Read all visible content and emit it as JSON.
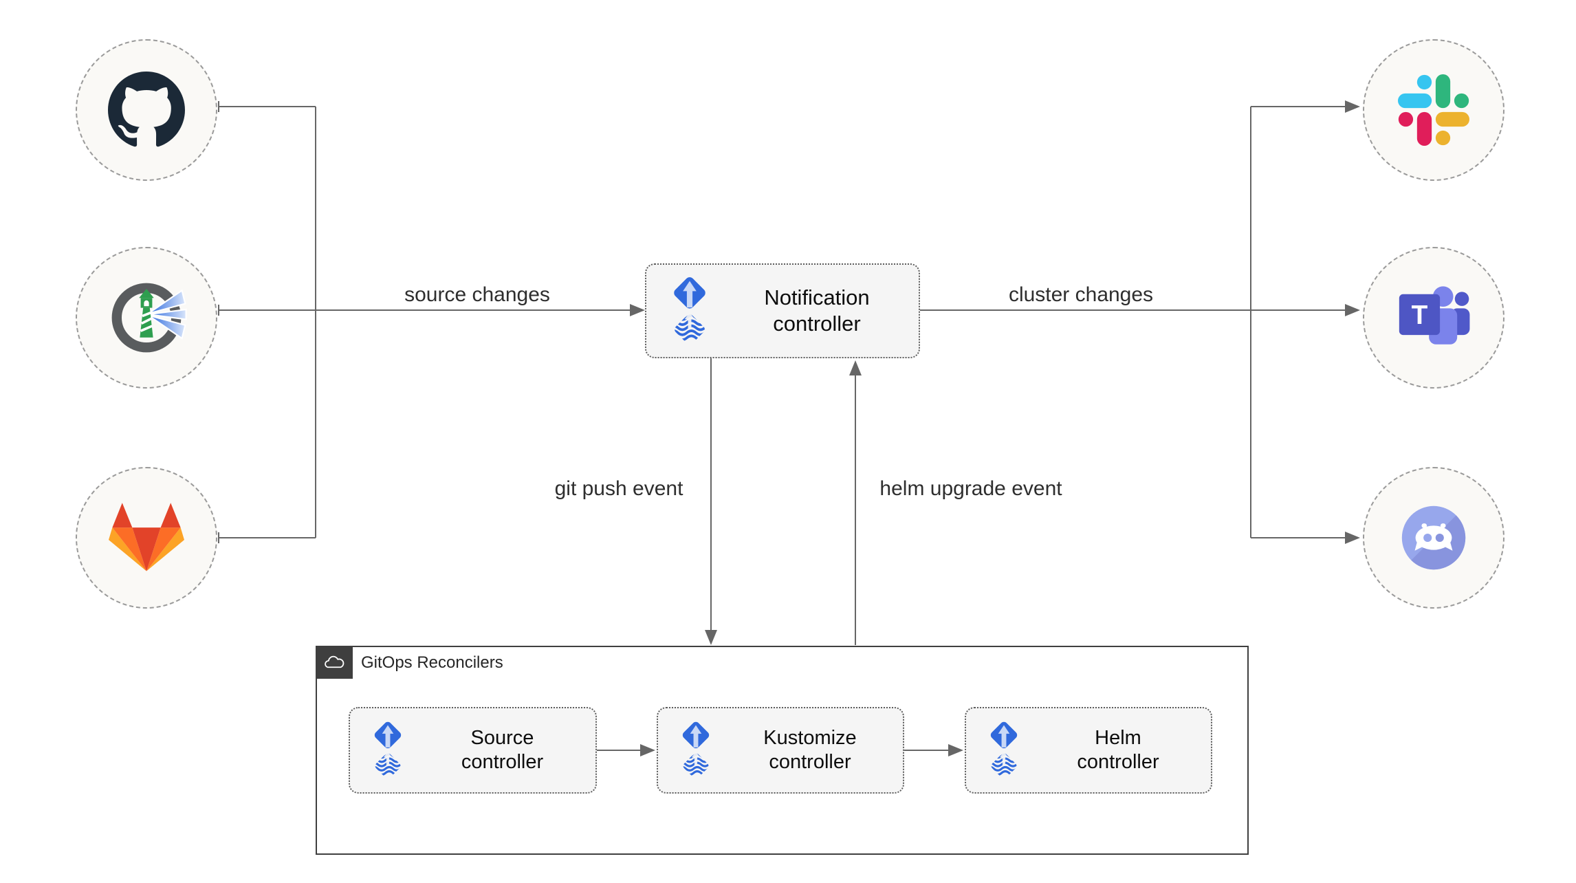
{
  "edge_labels": {
    "source_changes": "source changes",
    "cluster_changes": "cluster changes",
    "git_push_event": "git push event",
    "helm_upgrade_event": "helm upgrade event"
  },
  "nodes": {
    "notification_controller": "Notification controller",
    "source_controller": "Source controller",
    "kustomize_controller": "Kustomize controller",
    "helm_controller": "Helm controller"
  },
  "group": {
    "label": "GitOps Reconcilers",
    "icon": "cloud-icon"
  },
  "alert_sources": [
    {
      "icon": "github-icon"
    },
    {
      "icon": "harbor-icon"
    },
    {
      "icon": "gitlab-icon"
    }
  ],
  "alert_targets": [
    {
      "icon": "slack-icon"
    },
    {
      "icon": "teams-icon"
    },
    {
      "icon": "discord-icon"
    }
  ],
  "icons": {
    "teams_letter": "T",
    "flux": "flux-logo-icon"
  },
  "colors": {
    "flux_blue": "#3069DC",
    "flux_arrow_light": "#C9D8F6",
    "wire_gray": "#666666",
    "node_fill": "#F5F5F5",
    "node_border": "#5C5C5C",
    "circle_fill": "#FAF9F6",
    "circle_border": "#9A9A9A",
    "group_border": "#3F3F3F",
    "github_dark": "#1B2937",
    "harbor_ring": "#595C5E",
    "harbor_green": "#2E9E4F",
    "harbor_beam_blue": "#2F6BDD",
    "gitlab_red": "#E24329",
    "gitlab_orange": "#FC6D26",
    "gitlab_yellow": "#FCA326",
    "slack_blue": "#36C5F0",
    "slack_green": "#2EB67D",
    "slack_yellow": "#ECB22E",
    "slack_pink": "#E01E5A",
    "teams_purple": "#4E56C4",
    "teams_light": "#7B83EB",
    "teams_mid": "#5059C9",
    "discord_blurple": "#97A7EC",
    "discord_shade": "#8894DE"
  }
}
